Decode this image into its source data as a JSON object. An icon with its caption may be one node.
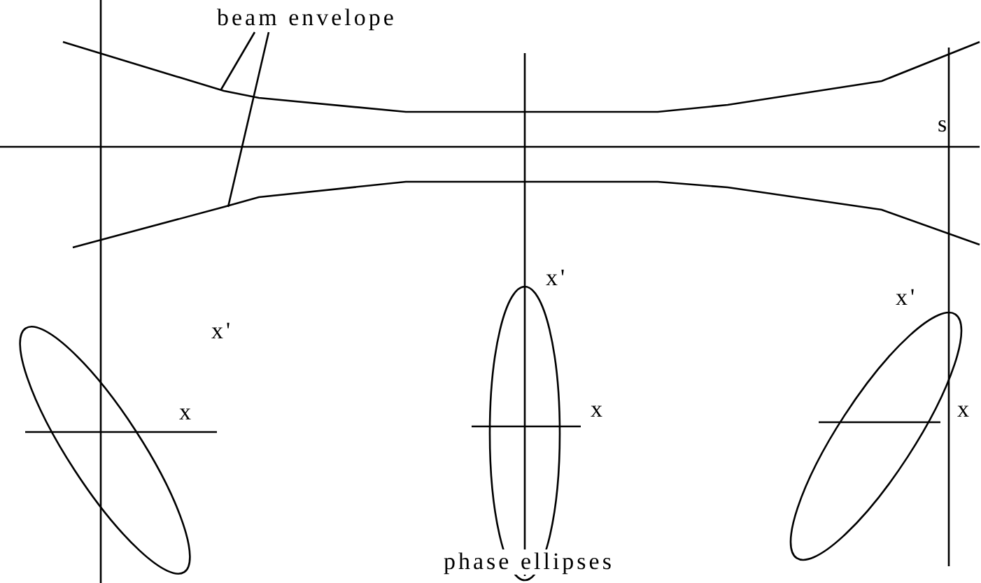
{
  "diagram": {
    "nodes": [
      {
        "text": [
          "beam envelope"
        ]
      },
      {
        "text": [],
        "shape": "curve"
      },
      {
        "text": [],
        "shape": "curve"
      }
    ],
    "edges": [
      {
        "from": 0,
        "to": 1,
        "arrow": "none"
      },
      {
        "from": 0,
        "to": 2,
        "arrow": "none"
      }
    ],
    "labels": [
      "s",
      "x'",
      "x'",
      "x'",
      "x",
      "x",
      "x",
      "phase ellipses"
    ]
  }
}
